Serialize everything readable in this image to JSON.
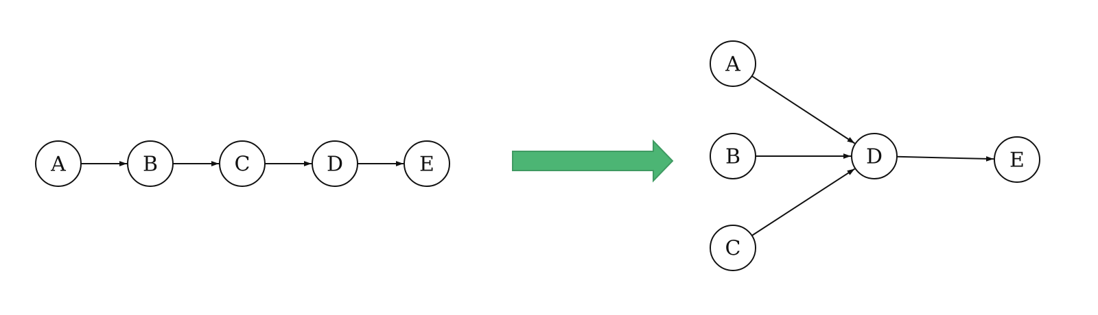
{
  "diagram": {
    "left_chain": {
      "nodes": [
        "A",
        "B",
        "C",
        "D",
        "E"
      ],
      "edges": [
        [
          "A",
          "B"
        ],
        [
          "B",
          "C"
        ],
        [
          "C",
          "D"
        ],
        [
          "D",
          "E"
        ]
      ]
    },
    "transform_arrow": {
      "fill_color": "#4cb574",
      "stroke_color": "#3f9a62"
    },
    "right_graph": {
      "nodes": [
        "A",
        "B",
        "C",
        "D",
        "E"
      ],
      "edges": [
        [
          "A",
          "D"
        ],
        [
          "B",
          "D"
        ],
        [
          "C",
          "D"
        ],
        [
          "D",
          "E"
        ]
      ]
    }
  }
}
